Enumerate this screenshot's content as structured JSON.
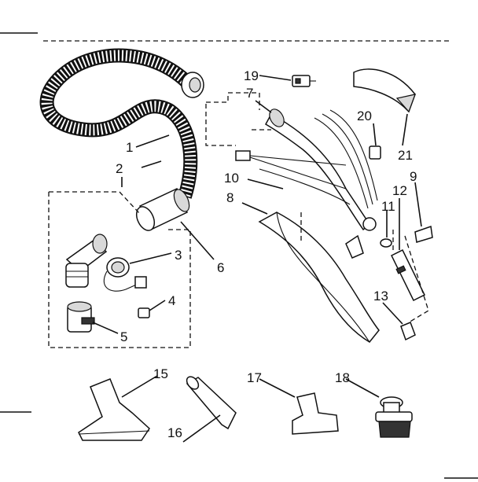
{
  "callouts": [
    {
      "id": "1",
      "text": "1"
    },
    {
      "id": "2",
      "text": "2"
    },
    {
      "id": "3",
      "text": "3"
    },
    {
      "id": "4",
      "text": "4"
    },
    {
      "id": "5",
      "text": "5"
    },
    {
      "id": "6",
      "text": "6"
    },
    {
      "id": "7",
      "text": "7"
    },
    {
      "id": "8",
      "text": "8"
    },
    {
      "id": "9",
      "text": "9"
    },
    {
      "id": "10",
      "text": "10"
    },
    {
      "id": "11",
      "text": "11"
    },
    {
      "id": "12",
      "text": "12"
    },
    {
      "id": "13",
      "text": "13"
    },
    {
      "id": "15",
      "text": "15"
    },
    {
      "id": "16",
      "text": "16"
    },
    {
      "id": "17",
      "text": "17"
    },
    {
      "id": "18",
      "text": "18"
    },
    {
      "id": "19",
      "text": "19"
    },
    {
      "id": "20",
      "text": "20"
    },
    {
      "id": "21",
      "text": "21"
    }
  ]
}
